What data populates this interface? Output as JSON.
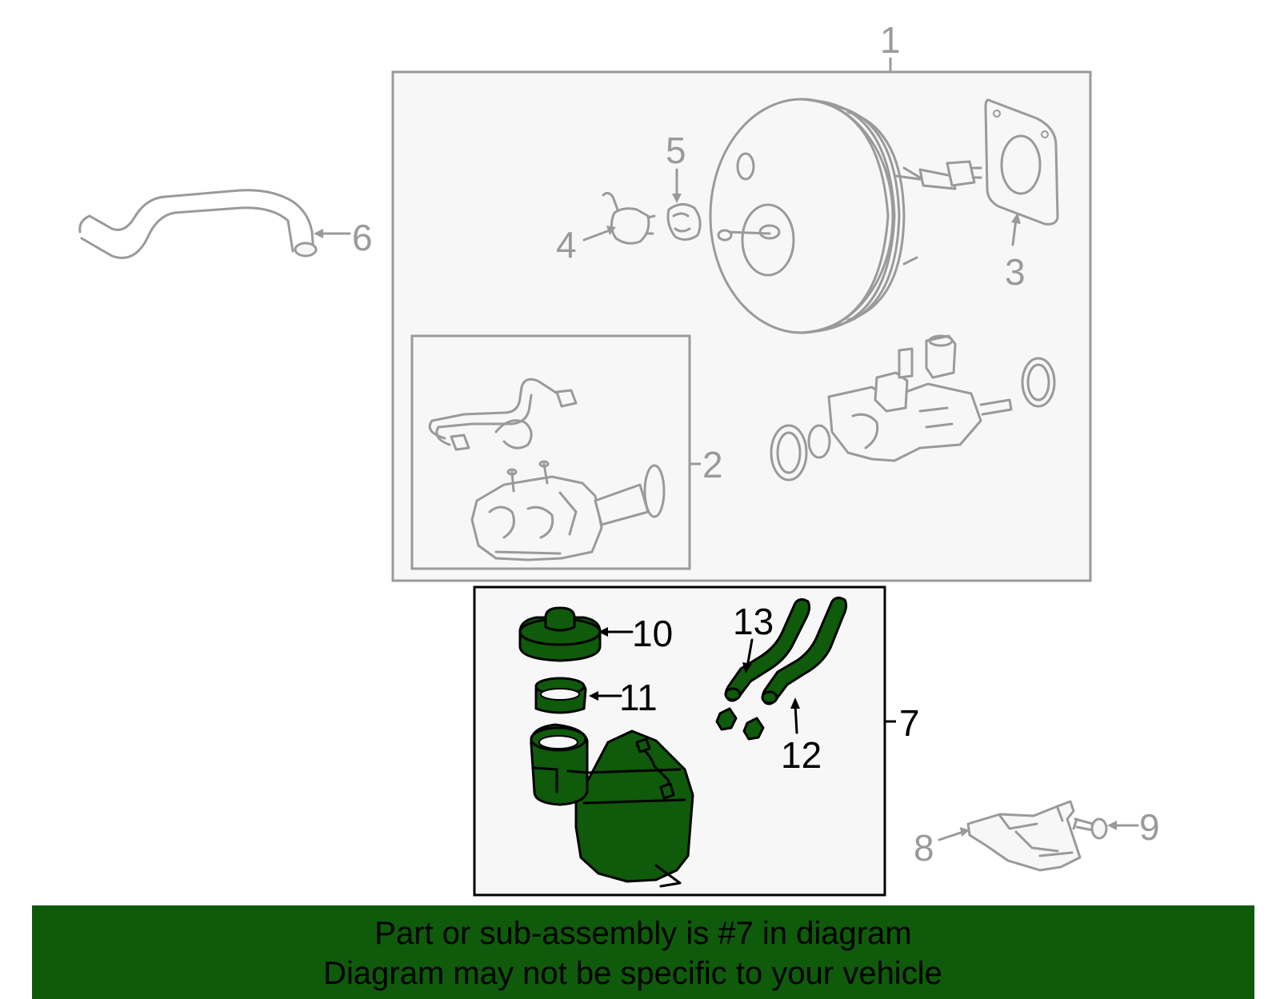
{
  "callouts": {
    "c1": "1",
    "c2": "2",
    "c3": "3",
    "c4": "4",
    "c5": "5",
    "c6": "6",
    "c7": "7",
    "c8": "8",
    "c9": "9",
    "c10": "10",
    "c11": "11",
    "c12": "12",
    "c13": "13"
  },
  "banner": {
    "line1": "Part or sub-assembly is #7 in diagram",
    "line2": "Diagram may not be specific to your vehicle"
  },
  "colors": {
    "highlight": "#0f5a0b",
    "parts_gray": "#9a9a9a",
    "box_fill": "#f7f7f7"
  }
}
